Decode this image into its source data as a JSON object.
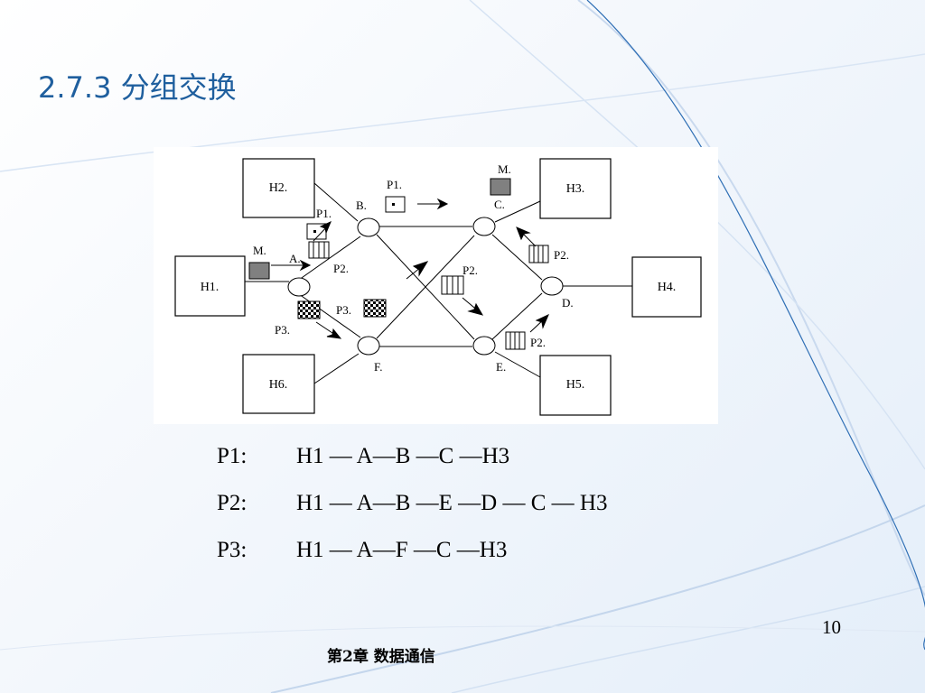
{
  "slide": {
    "title": "2.7.3 分组交换",
    "page_number": "10",
    "footer": "第2章  数据通信"
  },
  "diagram": {
    "hosts": [
      {
        "id": "h1",
        "label": "H1."
      },
      {
        "id": "h2",
        "label": "H2."
      },
      {
        "id": "h3",
        "label": "H3."
      },
      {
        "id": "h4",
        "label": "H4."
      },
      {
        "id": "h5",
        "label": "H5."
      },
      {
        "id": "h6",
        "label": "H6."
      }
    ],
    "switches": [
      {
        "id": "a",
        "label": "A."
      },
      {
        "id": "b",
        "label": "B."
      },
      {
        "id": "c",
        "label": "C."
      },
      {
        "id": "d",
        "label": "D."
      },
      {
        "id": "e",
        "label": "E."
      },
      {
        "id": "f",
        "label": "F."
      }
    ],
    "packet_labels": {
      "message_src": "M.",
      "message_dst": "M.",
      "p1_top": "P1.",
      "p1_left": "P1.",
      "p2_a": "P2.",
      "p2_mid": "P2.",
      "p2_c": "P2.",
      "p2_e": "P2.",
      "p3_mid": "P3.",
      "p3_left": "P3."
    },
    "colors": {
      "message_block": "#808080",
      "line": "#000000",
      "panel_background": "#ffffff"
    }
  },
  "routes": [
    {
      "label": "P1:",
      "path": "H1 — A—B —C —H3"
    },
    {
      "label": "P2:",
      "path": "H1 — A—B —E —D — C — H3"
    },
    {
      "label": "P3:",
      "path": "H1 — A—F —C —H3"
    }
  ]
}
